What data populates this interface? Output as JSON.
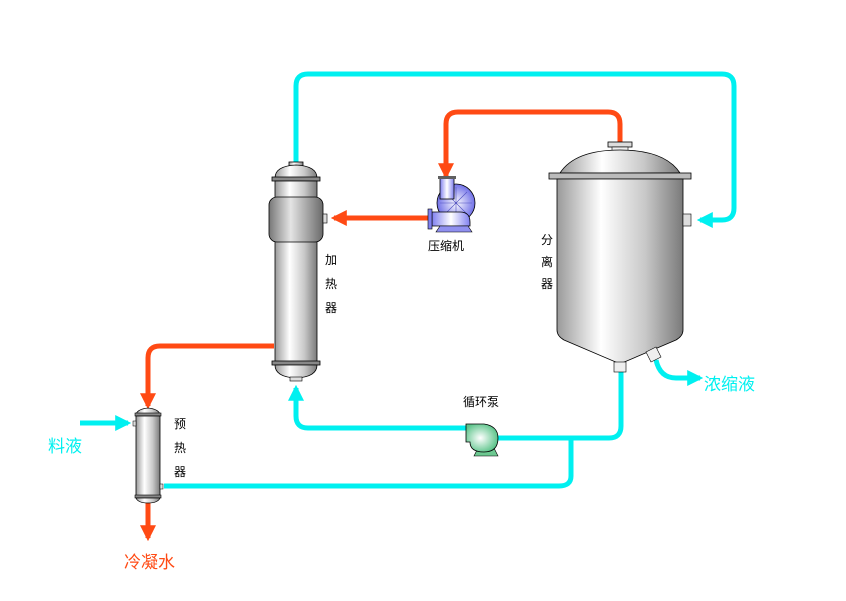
{
  "colors": {
    "liquid": "#00f0f0",
    "steam": "#ff4a14",
    "background": "#ffffff"
  },
  "labels": {
    "heater": [
      "加",
      "热",
      "器"
    ],
    "preheater": [
      "预",
      "热",
      "器"
    ],
    "separator": [
      "分",
      "离",
      "器"
    ],
    "compressor": "压缩机",
    "circulation_pump": "循环泵",
    "feed_liquid": "料液",
    "condensate": "冷凝水",
    "concentrate": "浓缩液"
  }
}
